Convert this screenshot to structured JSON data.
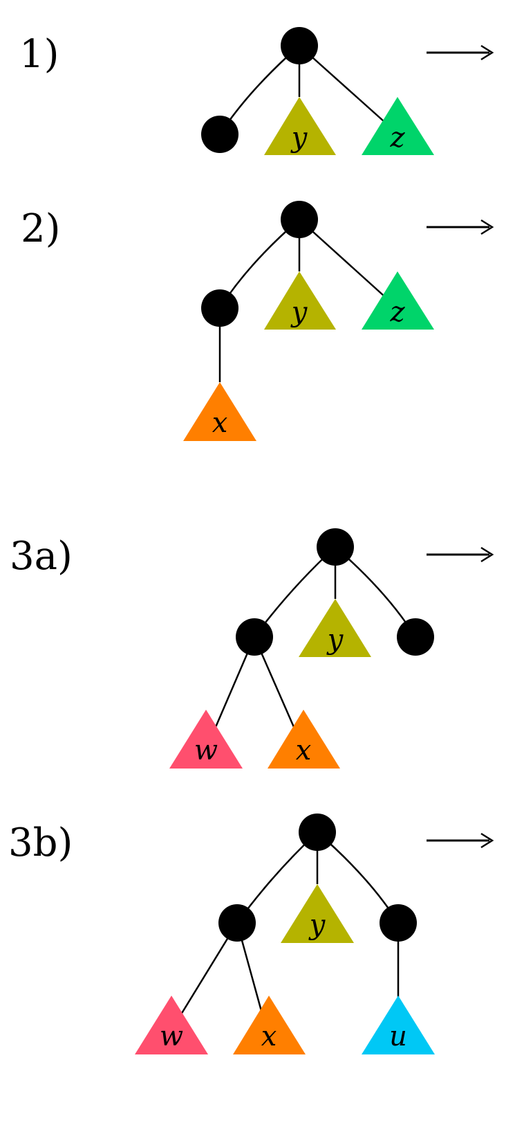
{
  "diagram": {
    "colors": {
      "node": "#000000",
      "y": "#b5b300",
      "z": "#00d46a",
      "x": "#ff7f00",
      "w": "#ff4f6e",
      "u": "#00c8f5"
    },
    "cases": [
      {
        "label": "1)",
        "subtrees": [
          {
            "label": "y",
            "color_key": "y"
          },
          {
            "label": "z",
            "color_key": "z"
          }
        ]
      },
      {
        "label": "2)",
        "subtrees": [
          {
            "label": "y",
            "color_key": "y"
          },
          {
            "label": "z",
            "color_key": "z"
          },
          {
            "label": "x",
            "color_key": "x"
          }
        ]
      },
      {
        "label": "3a)",
        "subtrees": [
          {
            "label": "y",
            "color_key": "y"
          },
          {
            "label": "w",
            "color_key": "w"
          },
          {
            "label": "x",
            "color_key": "x"
          }
        ]
      },
      {
        "label": "3b)",
        "subtrees": [
          {
            "label": "y",
            "color_key": "y"
          },
          {
            "label": "w",
            "color_key": "w"
          },
          {
            "label": "x",
            "color_key": "x"
          },
          {
            "label": "u",
            "color_key": "u"
          }
        ]
      }
    ]
  }
}
